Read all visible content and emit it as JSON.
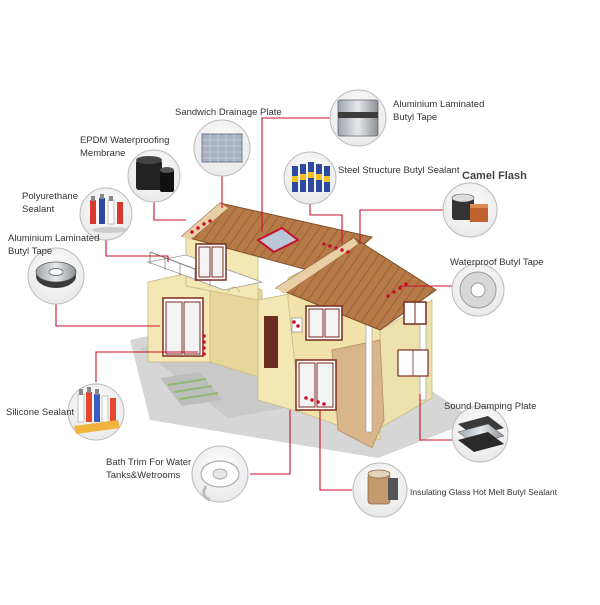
{
  "labels": {
    "sandwich_drainage": "Sandwich Drainage Plate",
    "aluminium_top_l1": "Aluminium Laminated",
    "aluminium_top_l2": "Butyl Tape",
    "epdm_l1": "EPDM Waterproofing",
    "epdm_l2": "Membrane",
    "steel_structure": "Steel Structure Butyl Sealant",
    "camel_flash": "Camel Flash",
    "polyurethane_l1": "Polyurethane",
    "polyurethane_l2": "Sealant",
    "aluminium_left_l1": "Aluminium Laminated",
    "aluminium_left_l2": "Butyl Tape",
    "waterproof_butyl": "Waterproof Butyl Tape",
    "silicone": "Silicone Sealant",
    "sound_damping": "Sound Damping Plate",
    "bath_trim_l1": "Bath Trim For Water",
    "bath_trim_l2": "Tanks&Wetrooms",
    "insulating_glass": "Insulating Glass Hot Melt Butyl Sealant"
  },
  "colors": {
    "leader": "#c8102e",
    "roof": "#b07442",
    "wall": "#f3e7b3",
    "trim": "#ffffff",
    "window": "#7a2a20",
    "ground": "#d8d8d8"
  }
}
